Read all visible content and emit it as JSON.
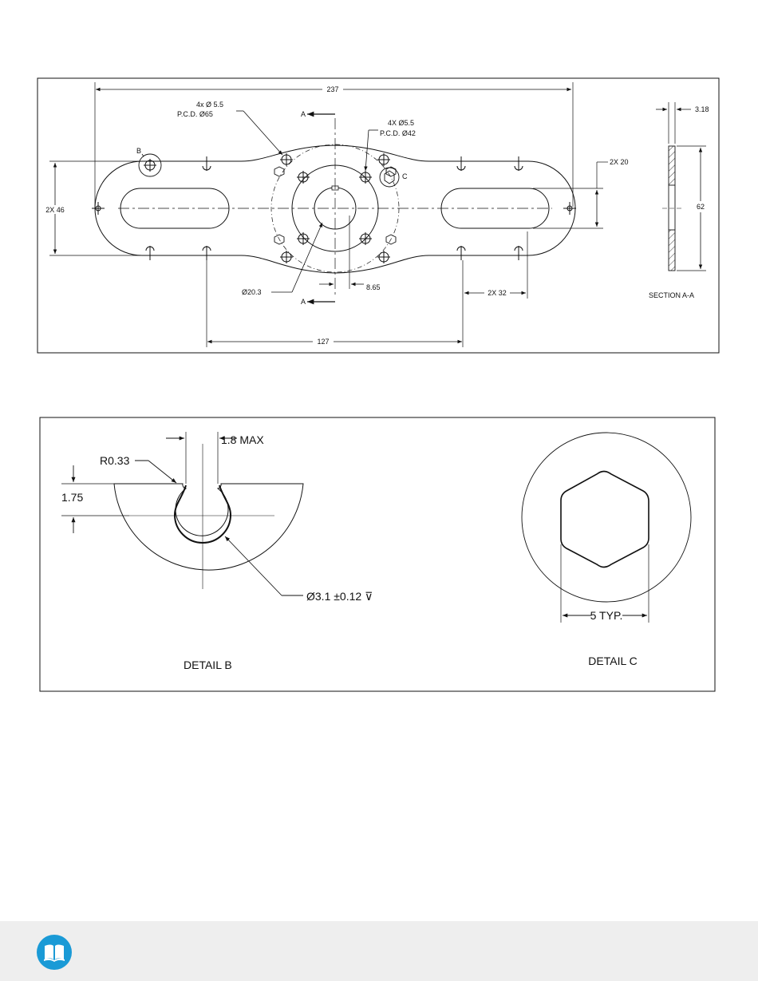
{
  "drawing_top": {
    "dim_overall_length": "237",
    "dim_center_spacing": "127",
    "dim_width": "2X 46",
    "dim_slot_offset": "2X 20",
    "dim_slot_length": "2X 32",
    "dim_bore": "Ø20.3",
    "dim_bore_offset": "8.65",
    "callout_outer_holes": [
      "4x Ø 5.5",
      "P.C.D. Ø65"
    ],
    "callout_inner_holes": [
      "4X Ø5.5",
      "P.C.D. Ø42"
    ],
    "section_arrow_top": "A",
    "section_arrow_bottom": "A",
    "detail_b_marker": "B",
    "detail_c_marker": "C",
    "section_thickness": "3.18",
    "section_height": "62",
    "section_label": "SECTION A-A"
  },
  "drawing_bottom": {
    "detail_b": {
      "radius": "R0.33",
      "depth": "1.75",
      "slot_width": "1.8 MAX",
      "hole_dia": "Ø3.1 ±0.12 ⊽",
      "label": "DETAIL B"
    },
    "detail_c": {
      "hex_size": "5 TYP.",
      "label": "DETAIL C"
    }
  },
  "footer": {
    "logo_icon": "book-icon",
    "bg_color": "#eeeeee",
    "logo_color": "#1a9ad6"
  }
}
